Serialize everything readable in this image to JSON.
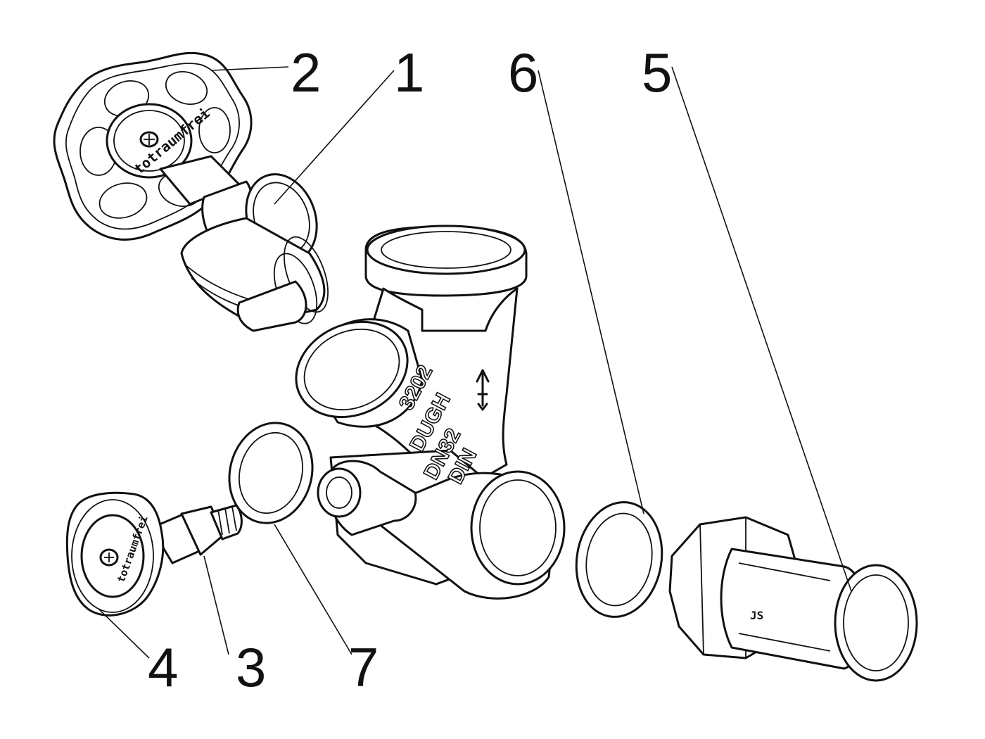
{
  "callouts": {
    "c1": "1",
    "c2": "2",
    "c3": "3",
    "c4": "4",
    "c5": "5",
    "c6": "6",
    "c7": "7"
  },
  "markings": {
    "body_line1": "3202",
    "body_line2": "DUGH",
    "body_line3": "DN32",
    "body_line4": "DIN",
    "handwheel_large": "totraumfrei",
    "handwheel_small": "totraumfrei",
    "logo_glyph": "JS"
  },
  "icons": {
    "flow_arrow": "up-arrow-icon",
    "screw_head": "phillips-screw-icon"
  }
}
